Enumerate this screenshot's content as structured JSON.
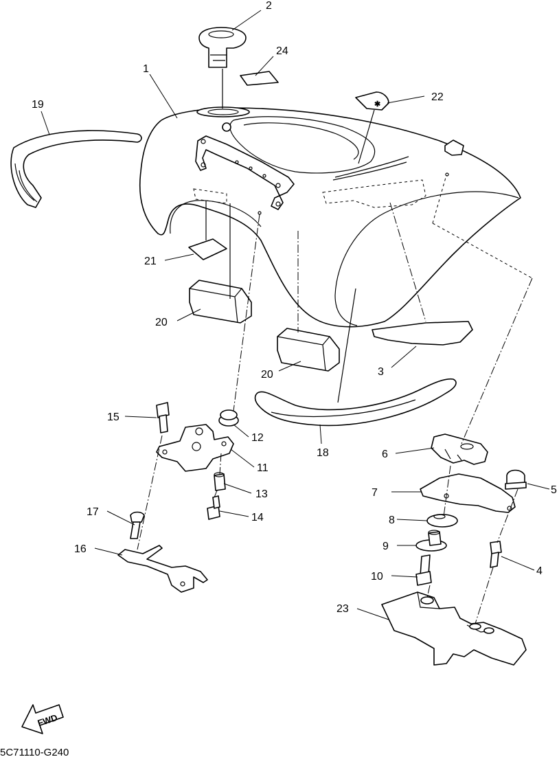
{
  "diagram_code": "5C71110-G240",
  "fwd_label": "FWD",
  "callouts": {
    "p1": "1",
    "p2": "2",
    "p3": "3",
    "p4": "4",
    "p5": "5",
    "p6": "6",
    "p7": "7",
    "p8": "8",
    "p9": "9",
    "p10": "10",
    "p11": "11",
    "p12": "12",
    "p13": "13",
    "p14": "14",
    "p15": "15",
    "p16": "16",
    "p17": "17",
    "p18": "18",
    "p19": "19",
    "p20a": "20",
    "p20b": "20",
    "p21": "21",
    "p22": "22",
    "p23": "23",
    "p24": "24"
  },
  "icons": {
    "fwd_arrow": "fwd-arrow-icon"
  }
}
